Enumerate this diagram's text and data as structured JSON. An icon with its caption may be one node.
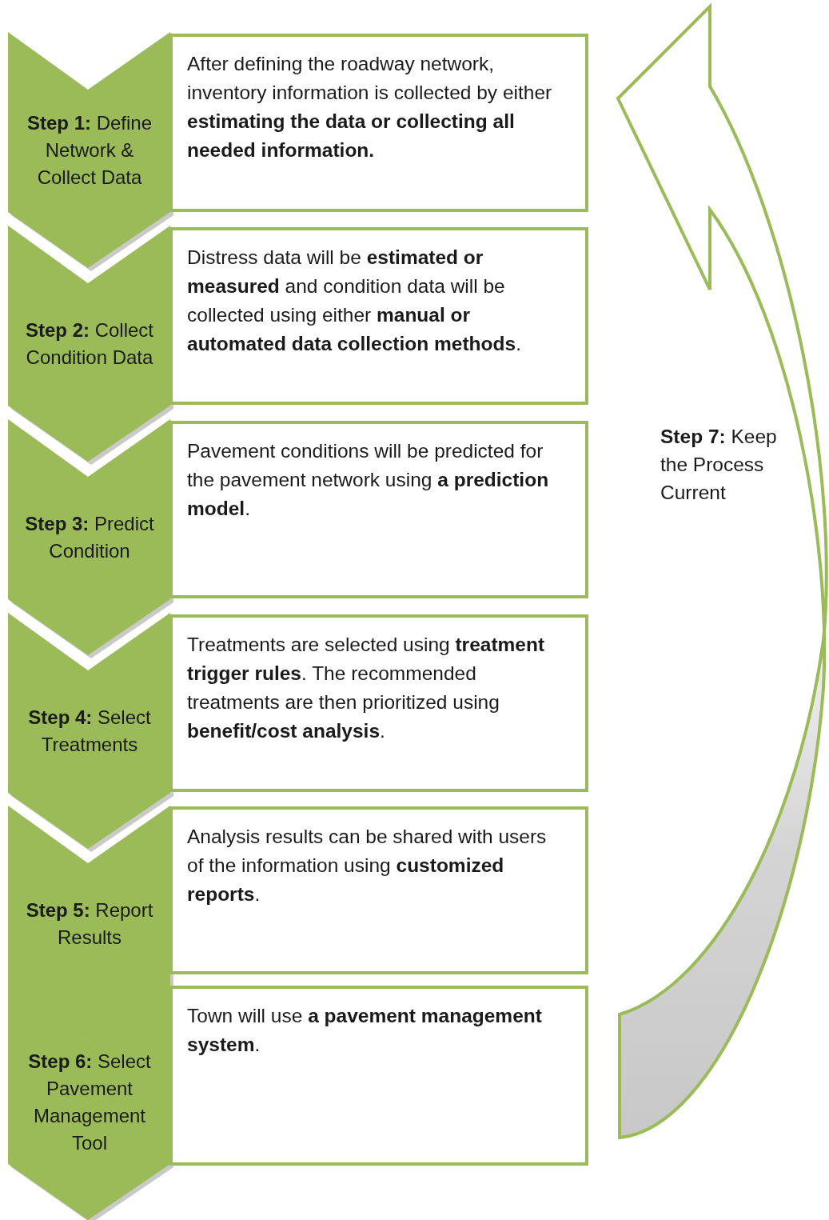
{
  "diagram": {
    "nodes": [
      {
        "text": [
          "**Step 1:** Define Network & Collect Data"
        ]
      },
      {
        "text": [
          "After defining the roadway network, inventory information is collected by either **estimating the data or collecting all needed information.**"
        ]
      },
      {
        "text": [
          "**Step 2:** Collect Condition Data"
        ]
      },
      {
        "text": [
          "Distress data will be **estimated or measured** and condition data will be collected using either **manual or automated data collection methods**."
        ]
      },
      {
        "text": [
          "**Step 3:** Predict Condition"
        ]
      },
      {
        "text": [
          "Pavement conditions will be predicted for the pavement network using **a prediction model**."
        ]
      },
      {
        "text": [
          "**Step 4:** Select Treatments"
        ]
      },
      {
        "text": [
          "Treatments are selected using **treatment trigger rules**. The recommended treatments are then prioritized using **benefit/cost analysis**."
        ]
      },
      {
        "text": [
          "**Step 5:** Report Results"
        ]
      },
      {
        "text": [
          "Analysis results can be shared with users of the information using **customized reports**."
        ]
      },
      {
        "text": [
          "**Step 6:** Select Pavement Management Tool"
        ]
      },
      {
        "text": [
          "Town will use **a pavement management system**."
        ]
      }
    ],
    "labels": [
      "**Step 7:** Keep the Process Current"
    ]
  }
}
